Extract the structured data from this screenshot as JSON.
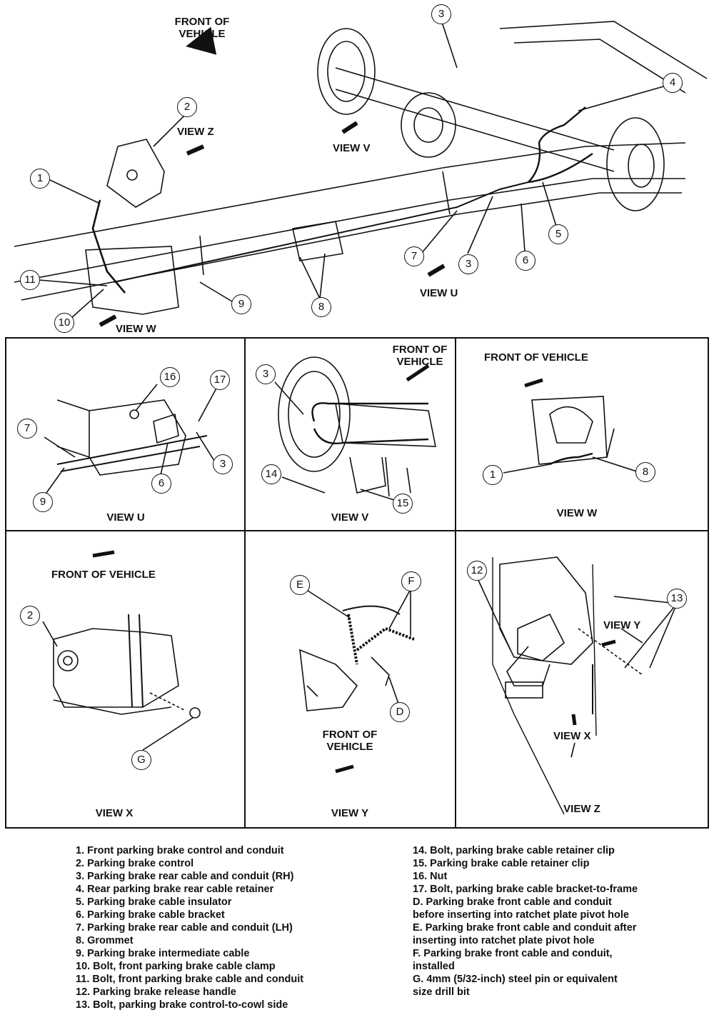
{
  "top": {
    "front_of_vehicle": [
      "FRONT OF",
      "VEHICLE"
    ],
    "view_z": "VIEW Z",
    "view_v": "VIEW V",
    "view_u": "VIEW U",
    "view_w": "VIEW W",
    "callouts": [
      "1",
      "2",
      "3",
      "4",
      "5",
      "6",
      "7",
      "3",
      "8",
      "9",
      "10",
      "11"
    ]
  },
  "panels": {
    "u": {
      "title": "VIEW U",
      "callouts": [
        "16",
        "17",
        "7",
        "3",
        "6",
        "9"
      ]
    },
    "v": {
      "title": "VIEW V",
      "front": [
        "FRONT OF",
        "VEHICLE"
      ],
      "callouts": [
        "3",
        "14",
        "15"
      ]
    },
    "w": {
      "title": "VIEW W",
      "front": "FRONT OF VEHICLE",
      "callouts": [
        "1",
        "8"
      ]
    },
    "x": {
      "title": "VIEW X",
      "front": "FRONT OF VEHICLE",
      "callouts": [
        "2",
        "G"
      ]
    },
    "y": {
      "title": "VIEW Y",
      "front": [
        "FRONT OF",
        "VEHICLE"
      ],
      "callouts": [
        "E",
        "F",
        "D"
      ]
    },
    "z": {
      "title": "VIEW Z",
      "view_y": "VIEW Y",
      "view_x": "VIEW X",
      "callouts": [
        "12",
        "13"
      ]
    }
  },
  "legend_left": [
    "1. Front parking brake control and conduit",
    "2. Parking brake control",
    "3. Parking brake rear cable and conduit (RH)",
    "4. Rear parking brake rear cable retainer",
    "5. Parking brake cable insulator",
    "6. Parking brake cable bracket",
    "7. Parking brake rear cable and conduit (LH)",
    "8. Grommet",
    "9. Parking brake intermediate cable",
    "10. Bolt, front parking brake cable clamp",
    "11. Bolt, front parking brake cable and conduit",
    "12. Parking brake release handle",
    "13. Bolt, parking brake control-to-cowl side"
  ],
  "legend_right": [
    "14. Bolt, parking brake cable retainer clip",
    "15. Parking brake cable retainer clip",
    "16. Nut",
    "17. Bolt, parking brake cable bracket-to-frame",
    "D. Parking brake front cable and conduit",
    "before inserting into ratchet plate pivot hole",
    "E. Parking brake front cable and conduit after",
    "inserting into ratchet plate pivot hole",
    "F. Parking brake front cable and conduit,",
    "installed",
    "G. 4mm (5/32-inch) steel pin or equivalent",
    "size drill bit"
  ]
}
